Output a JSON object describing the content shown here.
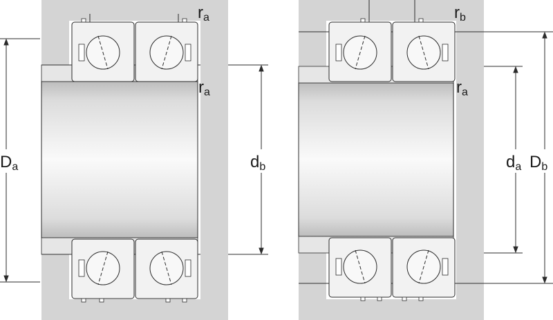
{
  "labels": {
    "left_corner_top": {
      "main": "r",
      "sub": "a"
    },
    "left_corner_bore": {
      "main": "r",
      "sub": "a"
    },
    "left_housing_dim": {
      "main": "D",
      "sub": "a"
    },
    "left_shaft_dim": {
      "main": "d",
      "sub": "b"
    },
    "right_corner_top": {
      "main": "r",
      "sub": "b"
    },
    "right_corner_bore": {
      "main": "r",
      "sub": "a"
    },
    "right_shaft_dim": {
      "main": "d",
      "sub": "a"
    },
    "right_housing_dim": {
      "main": "D",
      "sub": "b"
    }
  },
  "colors": {
    "housing": "#d4d4d4",
    "shaft_light": "#f7f7f7",
    "shaft_dark": "#b9b9b9",
    "bearing_fill": "#f2f2f2",
    "ball_fill": "#f8f8f8",
    "line": "#2a2a2a"
  }
}
